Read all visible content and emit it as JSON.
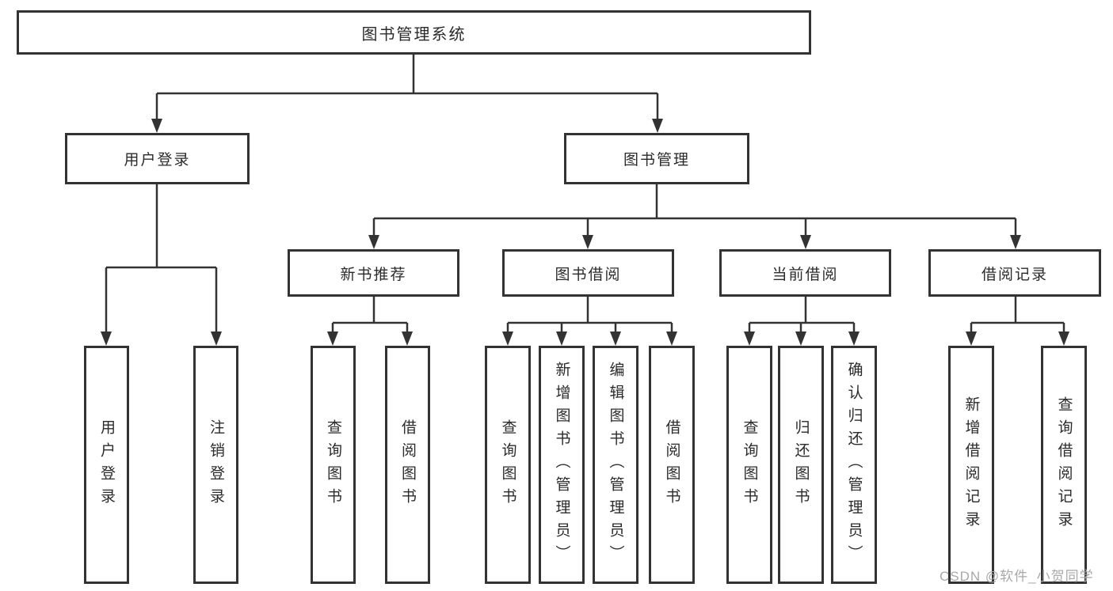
{
  "diagram": {
    "title": "图书管理系统",
    "branches": [
      {
        "label": "用户登录",
        "children": [
          {
            "label": "用户登录"
          },
          {
            "label": "注销登录"
          }
        ]
      },
      {
        "label": "图书管理",
        "sections": [
          {
            "label": "新书推荐",
            "children": [
              {
                "label": "查询图书"
              },
              {
                "label": "借阅图书"
              }
            ]
          },
          {
            "label": "图书借阅",
            "children": [
              {
                "label": "查询图书"
              },
              {
                "label": "新增图书（管理员）"
              },
              {
                "label": "编辑图书（管理员）"
              },
              {
                "label": "借阅图书"
              }
            ]
          },
          {
            "label": "当前借阅",
            "children": [
              {
                "label": "查询图书"
              },
              {
                "label": "归还图书"
              },
              {
                "label": "确认归还（管理员）"
              }
            ]
          },
          {
            "label": "借阅记录",
            "children": [
              {
                "label": "新增借阅记录"
              },
              {
                "label": "查询借阅记录"
              }
            ]
          }
        ]
      }
    ]
  },
  "watermark": {
    "text": "CSDN @软件_小贺同学"
  },
  "colors": {
    "line": "#333333",
    "text": "#2b2b2b",
    "box_background": "#ffffff",
    "watermark": "#a9a9a9",
    "background": "#ffffff"
  }
}
